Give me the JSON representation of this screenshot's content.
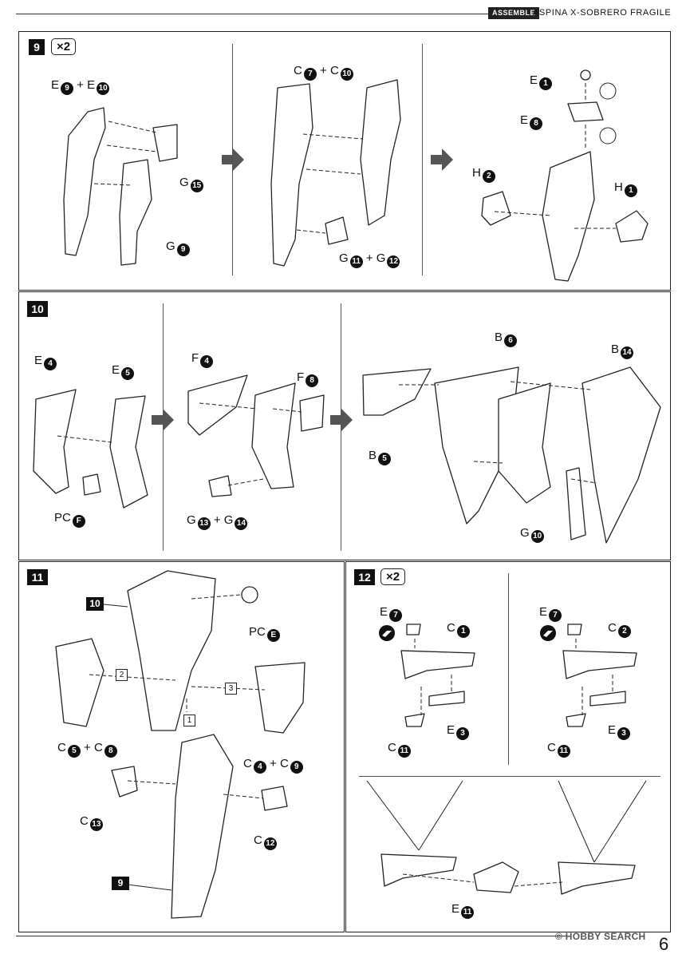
{
  "header": {
    "tag": "ASSEMBLE",
    "title": "ASPINA  X-SOBRERO FRAGILE"
  },
  "steps": {
    "s9": {
      "num": "9",
      "mult": "×2"
    },
    "s10": {
      "num": "10"
    },
    "s11": {
      "num": "11"
    },
    "s12": {
      "num": "12",
      "mult": "×2"
    }
  },
  "labels": {
    "s9_e9e10": {
      "pre": "E",
      "a": "9",
      "mid": "+ E",
      "b": "10"
    },
    "s9_g15": {
      "pre": "G",
      "a": "15"
    },
    "s9_g9": {
      "pre": "G",
      "a": "9"
    },
    "s9_c7c10": {
      "pre": "C",
      "a": "7",
      "mid": "+ C",
      "b": "10"
    },
    "s9_g11g12": {
      "pre": "G",
      "a": "11",
      "mid": "+ G",
      "b": "12"
    },
    "s9_e1": {
      "pre": "E",
      "a": "1"
    },
    "s9_e8": {
      "pre": "E",
      "a": "8"
    },
    "s9_h2": {
      "pre": "H",
      "a": "2"
    },
    "s9_h1": {
      "pre": "H",
      "a": "1"
    },
    "s10_e4": {
      "pre": "E",
      "a": "4"
    },
    "s10_e5": {
      "pre": "E",
      "a": "5"
    },
    "s10_pcf": {
      "pre": "PC",
      "a": "F"
    },
    "s10_f4": {
      "pre": "F",
      "a": "4"
    },
    "s10_f8": {
      "pre": "F",
      "a": "8"
    },
    "s10_g13g14": {
      "pre": "G",
      "a": "13",
      "mid": "+ G",
      "b": "14"
    },
    "s10_b6": {
      "pre": "B",
      "a": "6"
    },
    "s10_b14": {
      "pre": "B",
      "a": "14"
    },
    "s10_b5": {
      "pre": "B",
      "a": "5"
    },
    "s10_g10": {
      "pre": "G",
      "a": "10"
    },
    "s11_pce": {
      "pre": "PC",
      "a": "E"
    },
    "s11_c5c8": {
      "pre": "C",
      "a": "5",
      "mid": "+ C",
      "b": "8"
    },
    "s11_c4c9": {
      "pre": "C",
      "a": "4",
      "mid": "+ C",
      "b": "9"
    },
    "s11_c13": {
      "pre": "C",
      "a": "13"
    },
    "s11_c12": {
      "pre": "C",
      "a": "12"
    },
    "s12_e7a": {
      "pre": "E",
      "a": "7"
    },
    "s12_c1": {
      "pre": "C",
      "a": "1"
    },
    "s12_e3a": {
      "pre": "E",
      "a": "3"
    },
    "s12_c11a": {
      "pre": "C",
      "a": "11"
    },
    "s12_e7b": {
      "pre": "E",
      "a": "7"
    },
    "s12_c2": {
      "pre": "C",
      "a": "2"
    },
    "s12_e3b": {
      "pre": "E",
      "a": "3"
    },
    "s12_c11b": {
      "pre": "C",
      "a": "11"
    },
    "s12_e11": {
      "pre": "E",
      "a": "11"
    }
  },
  "refs": {
    "ref10": "10",
    "ref9": "9"
  },
  "order": {
    "o1": "1",
    "o2": "2",
    "o3": "3"
  },
  "footer": {
    "watermark": "© HOBBY SEARCH",
    "page": "6"
  }
}
